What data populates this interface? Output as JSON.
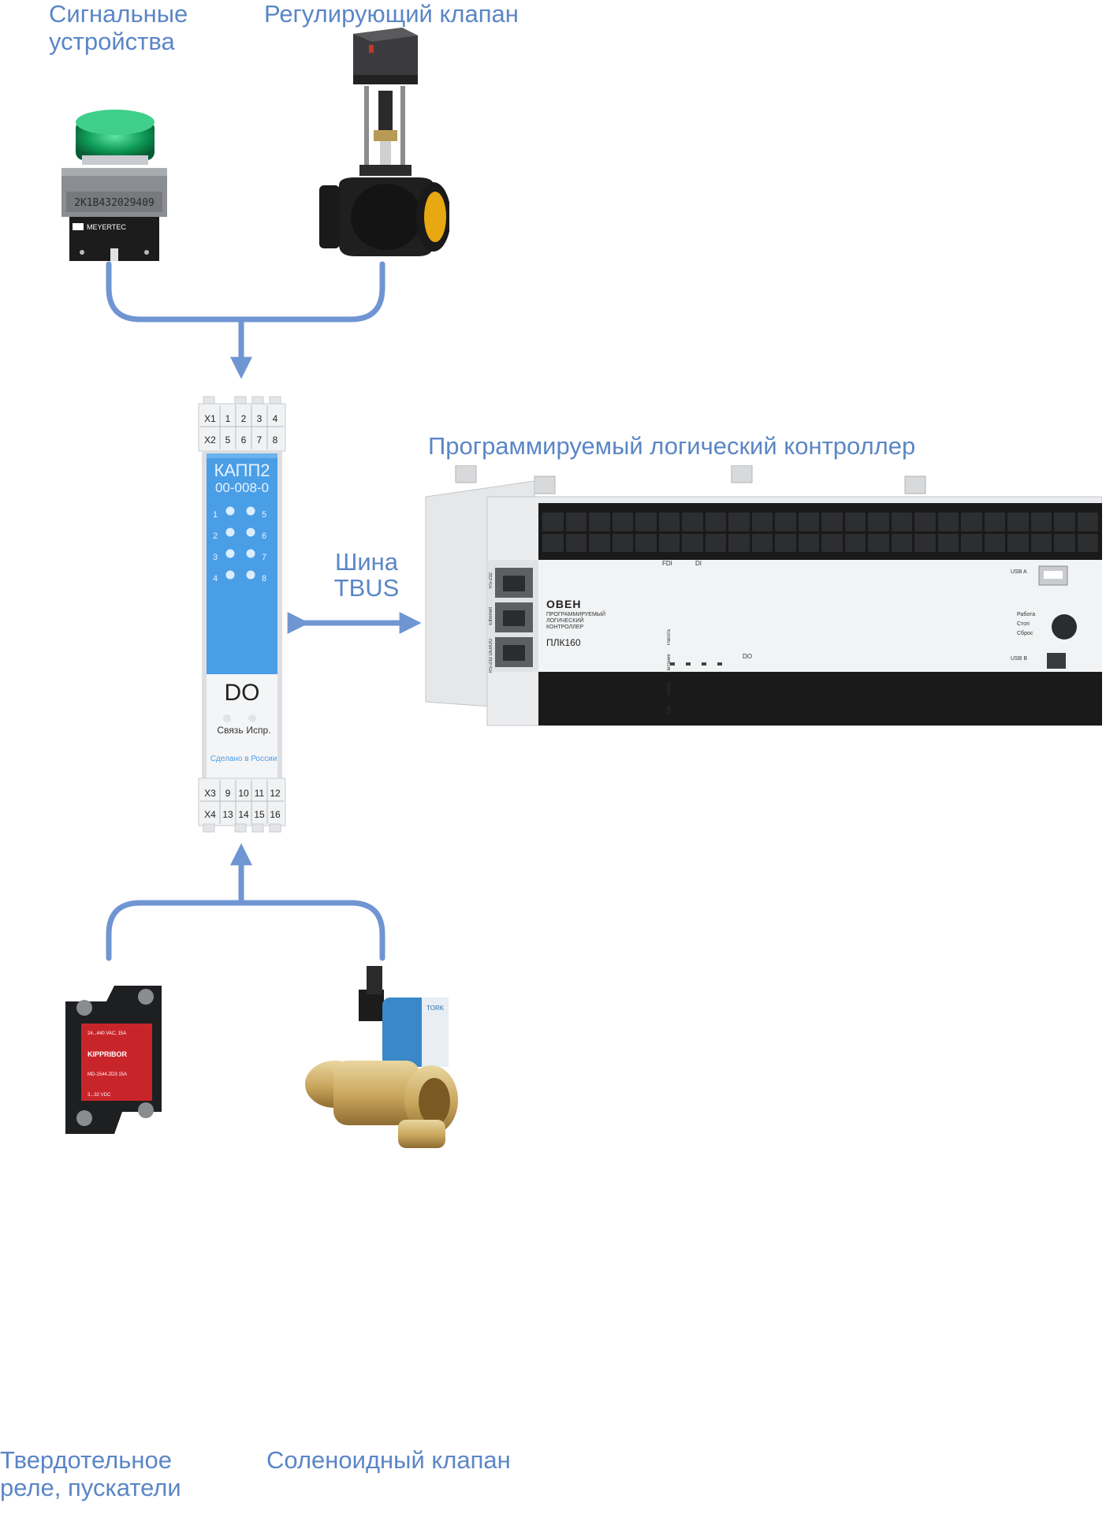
{
  "labels": {
    "signal_devices": "Сигнальные устройства",
    "control_valve": "Регулирующий клапан",
    "plc": "Программируемый логический контроллер",
    "bus_line1": "Шина",
    "bus_line2": "TBUS",
    "ssr": "Твердотельное реле, пускатели",
    "solenoid": "Соленоидный клапан"
  },
  "module": {
    "name": "КАПП2",
    "code": "00-008-0",
    "type": "DO",
    "status_link": "Связь",
    "status_fault": "Испр.",
    "made_in": "Сделано в России",
    "top_rows": [
      [
        "X1",
        "1",
        "2",
        "3",
        "4"
      ],
      [
        "X2",
        "5",
        "6",
        "7",
        "8"
      ]
    ],
    "bottom_rows": [
      [
        "X3",
        "9",
        "10",
        "11",
        "12"
      ],
      [
        "X4",
        "13",
        "14",
        "15",
        "16"
      ]
    ],
    "led_left": [
      "1",
      "2",
      "3",
      "4"
    ],
    "led_right": [
      "5",
      "6",
      "7",
      "8"
    ]
  },
  "plc": {
    "model": "ПЛК160",
    "brand": "ОВЕН",
    "desc_1": "ПРОГРАММИРУЕМЫЙ",
    "desc_2": "ЛОГИЧЕСКИЙ",
    "desc_3": "КОНТРОЛЛЕР",
    "port_rs232": "RS-232",
    "port_eth": "Ethernet",
    "port_debug": "RS-232 DEBUG",
    "usb_a": "USB A",
    "usb_b": "USB B",
    "btn_run": "Работа",
    "btn_stop": "Стоп",
    "btn_reset": "Сброс",
    "grp_fdi": "FDI",
    "grp_di": "DI",
    "grp_do": "DO",
    "status_leds": [
      "Работа",
      "Питание",
      "Связь",
      "Бат."
    ]
  },
  "devices": {
    "indicator_serial": "2K1B432029409",
    "indicator_brand": "MEYERTEC",
    "ssr_brand": "KIPPRIBOR",
    "ssr_model": "MD-1544.ZD3 15A",
    "ssr_spec_top": "24...440 VAC, 15A",
    "ssr_spec_bottom": "3...32 VDC",
    "solenoid_brand": "TORK"
  },
  "colors": {
    "accent": "#5b86c6",
    "connector": "#6f95d2",
    "module_blue": "#4a9ee6"
  }
}
